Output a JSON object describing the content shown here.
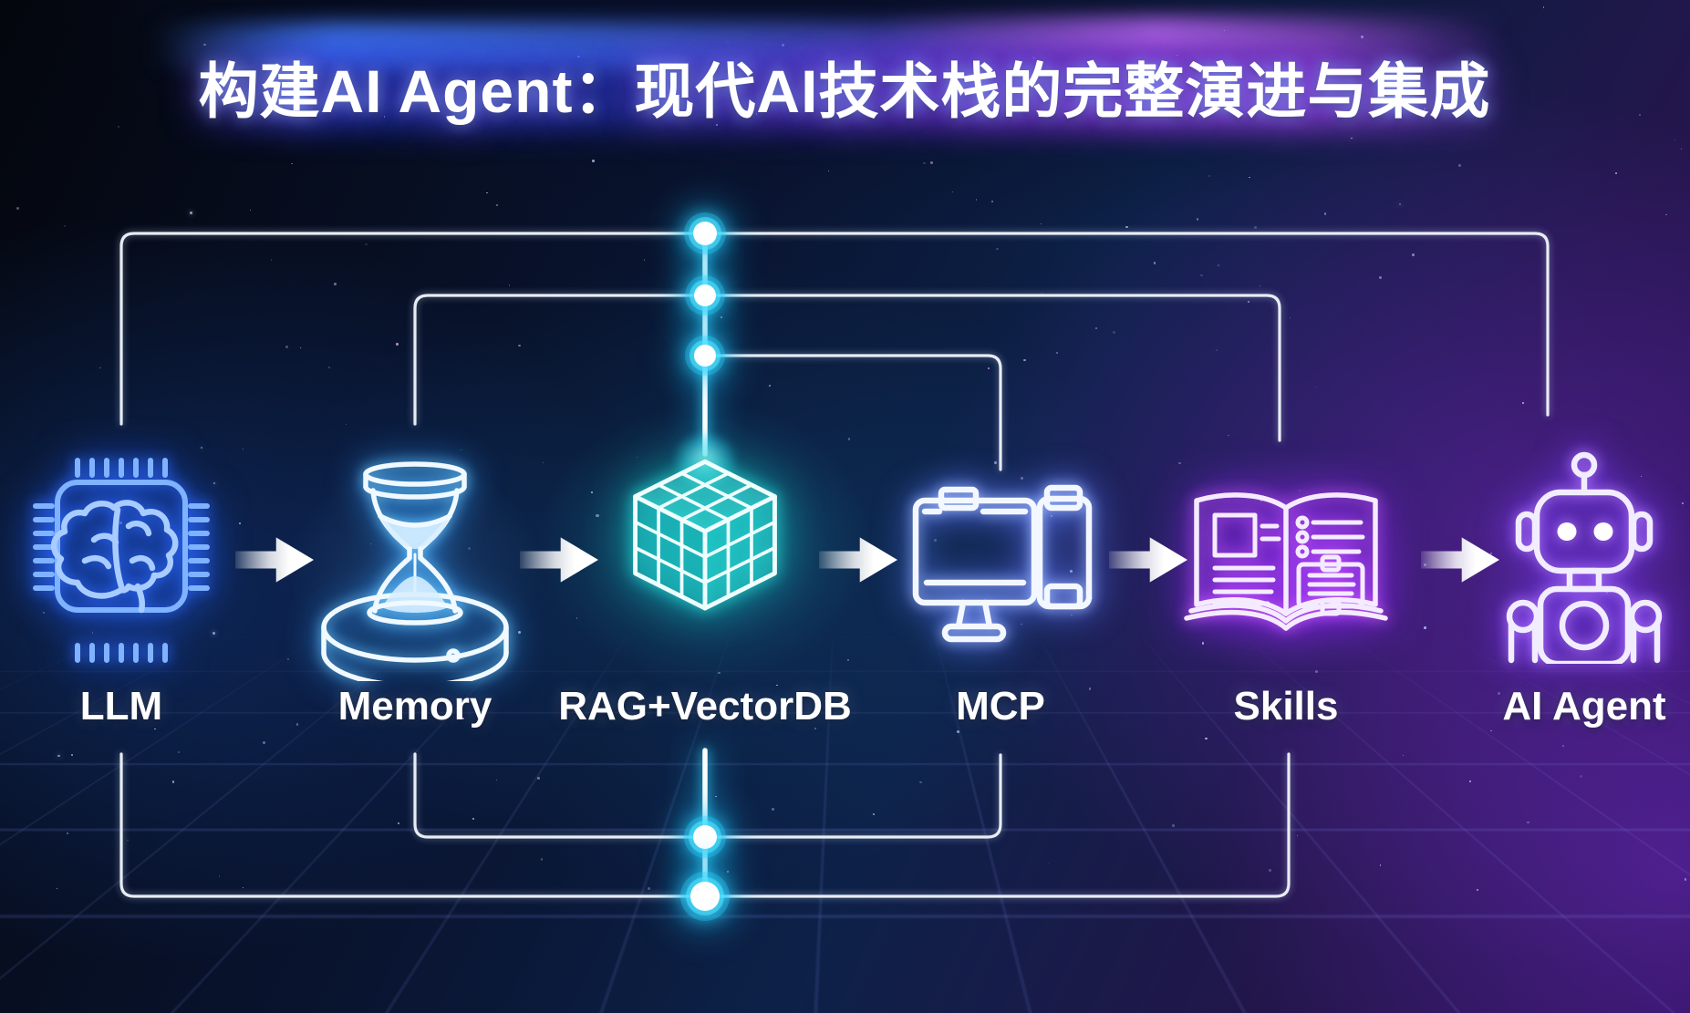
{
  "title": "构建AI Agent：现代AI技术栈的完整演进与集成",
  "pipeline": {
    "stages": [
      {
        "label": "LLM",
        "icon": "chip-brain-icon",
        "glow_color": "#2f6bff"
      },
      {
        "label": "Memory",
        "icon": "hourglass-database-icon",
        "glow_color": "#4fb8ff"
      },
      {
        "label": "RAG+VectorDB",
        "icon": "vector-cube-icon",
        "glow_color": "#1fd6d0"
      },
      {
        "label": "MCP",
        "icon": "monitor-connector-icon",
        "glow_color": "#7f9bff"
      },
      {
        "label": "Skills",
        "icon": "open-book-icon",
        "glow_color": "#a32eff"
      },
      {
        "label": "AI Agent",
        "icon": "robot-icon",
        "glow_color": "#8b4bff"
      }
    ],
    "flow_arrow_color": "#ffffff"
  },
  "connectors": {
    "line_color": "#e8edf5",
    "node_color": "#ffffff",
    "node_glow_color": "#2fd5ff",
    "links": [
      {
        "from": "LLM",
        "to": "AI Agent",
        "via": "top"
      },
      {
        "from": "Memory",
        "to": "Skills",
        "via": "top"
      },
      {
        "from": "RAG+VectorDB",
        "to": "MCP",
        "via": "top"
      },
      {
        "from": "Memory",
        "to": "MCP",
        "via": "bottom"
      },
      {
        "from": "LLM",
        "to": "Skills",
        "via": "bottom"
      }
    ]
  }
}
